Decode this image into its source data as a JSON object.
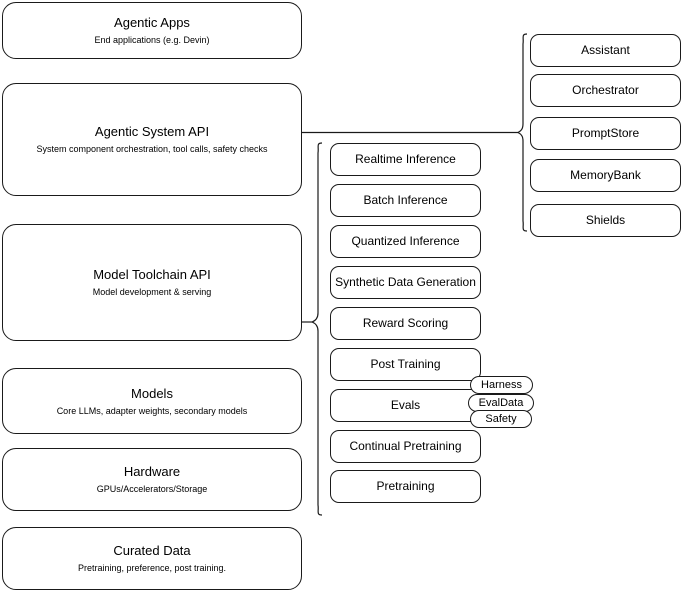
{
  "diagram": {
    "title": "Agentic stack layers",
    "stroke_color": "#1a1a1a",
    "background_color": "#ffffff"
  },
  "layers": [
    {
      "name": "agentic-apps",
      "title": "Agentic Apps",
      "subtitle": "End applications (e.g. Devin)"
    },
    {
      "name": "agentic-system-api",
      "title": "Agentic System API",
      "subtitle": "System component orchestration, tool calls, safety checks"
    },
    {
      "name": "model-toolchain-api",
      "title": "Model Toolchain API",
      "subtitle": "Model development & serving"
    },
    {
      "name": "models",
      "title": "Models",
      "subtitle": "Core LLMs, adapter weights, secondary models"
    },
    {
      "name": "hardware",
      "title": "Hardware",
      "subtitle": "GPUs/Accelerators/Storage"
    },
    {
      "name": "curated-data",
      "title": "Curated Data",
      "subtitle": "Pretraining, preference, post training."
    }
  ],
  "toolchain_capabilities": [
    {
      "name": "realtime-inference",
      "title": "Realtime Inference"
    },
    {
      "name": "batch-inference",
      "title": "Batch Inference"
    },
    {
      "name": "quantized-inference",
      "title": "Quantized Inference"
    },
    {
      "name": "synthetic-data-generation",
      "title": "Synthetic Data Generation"
    },
    {
      "name": "reward-scoring",
      "title": "Reward Scoring"
    },
    {
      "name": "post-training",
      "title": "Post Training"
    },
    {
      "name": "evals",
      "title": "Evals"
    },
    {
      "name": "continual-pretraining",
      "title": "Continual Pretraining"
    },
    {
      "name": "pretraining",
      "title": "Pretraining"
    }
  ],
  "system_components": [
    {
      "name": "assistant",
      "title": "Assistant"
    },
    {
      "name": "orchestrator",
      "title": "Orchestrator"
    },
    {
      "name": "promptstore",
      "title": "PromptStore"
    },
    {
      "name": "memorybank",
      "title": "MemoryBank"
    },
    {
      "name": "shields",
      "title": "Shields"
    }
  ],
  "eval_badges": [
    {
      "name": "harness",
      "title": "Harness"
    },
    {
      "name": "evaldata",
      "title": "EvalData"
    },
    {
      "name": "safety",
      "title": "Safety"
    }
  ]
}
